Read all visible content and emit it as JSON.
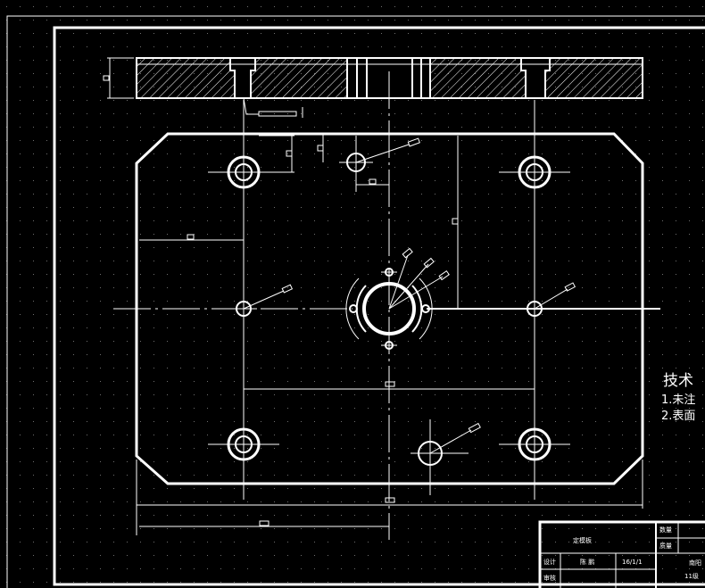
{
  "background_color": "#000000",
  "line_color": "#ffffff",
  "grid_dot_color": "#6f6f6f",
  "technical_notes": {
    "title": "技术",
    "items": [
      "1.未注",
      "2.表面"
    ]
  },
  "title_block": {
    "part_name": "定模板",
    "row1_label": "设计",
    "row1_name": "陈  鹏",
    "row1_date": "16/1/1",
    "row2_label": "审核",
    "right_top_1": "数量",
    "right_top_2": "质量",
    "school_1": "南阳",
    "school_2": "11级"
  }
}
